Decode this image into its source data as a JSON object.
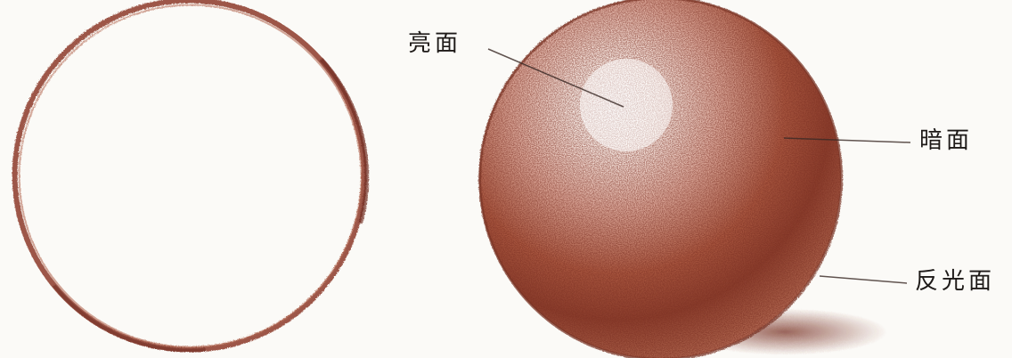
{
  "labels": {
    "light": "亮面",
    "dark": "暗面",
    "reflect": "反光面"
  },
  "colors": {
    "paper": "#fbfaf7",
    "pencil": "#8c3b2c",
    "pencil_dark": "#6f2a20",
    "highlight": "#ffffff"
  }
}
